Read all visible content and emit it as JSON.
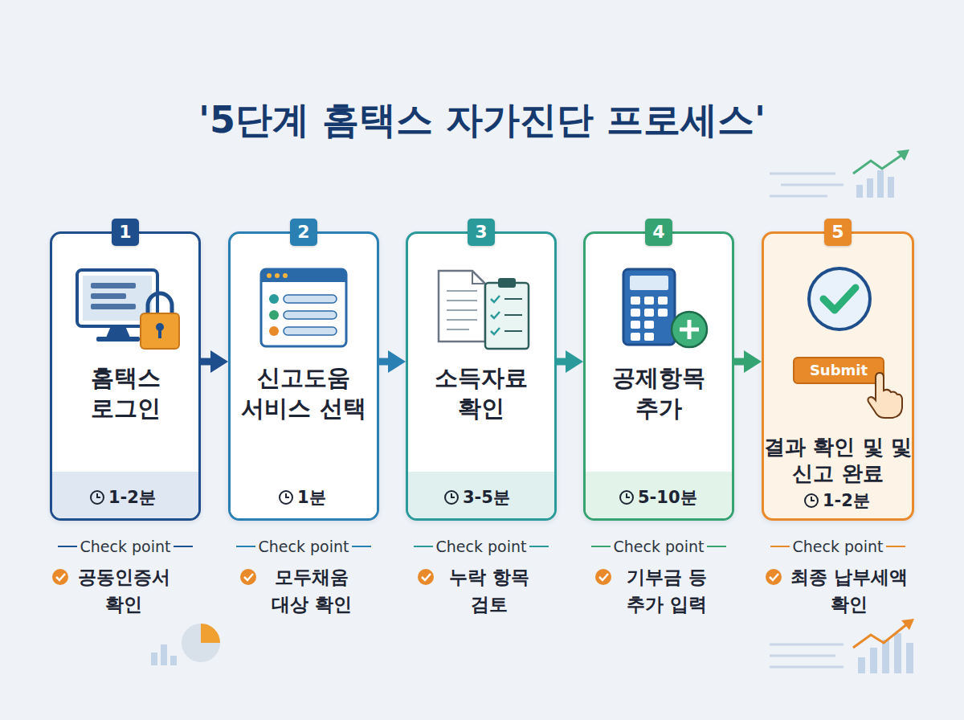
{
  "diagram": {
    "title": "'5단계 홈택스 자가진단 프로세스'",
    "nodes": [
      {
        "text": [
          "홈택스 로그인",
          "1-2분"
        ]
      },
      {
        "text": [
          "1"
        ],
        "in": 0
      },
      {
        "text": [
          "신고도움 서비스 선택",
          "1분"
        ]
      },
      {
        "text": [
          "2"
        ],
        "in": 2
      },
      {
        "text": [
          "소득자료 확인",
          "3-5분"
        ]
      },
      {
        "text": [
          "3"
        ],
        "in": 4
      },
      {
        "text": [
          "공제항목 추가",
          "5-10분"
        ]
      },
      {
        "text": [
          "4"
        ],
        "in": 6
      },
      {
        "text": [
          "결과 확인 및 및 신고 완료",
          "1-2분"
        ]
      },
      {
        "text": [
          "5"
        ],
        "in": 8
      }
    ],
    "edges": [
      {
        "from": 0,
        "to": 2,
        "arrow": "to"
      },
      {
        "from": 2,
        "to": 4,
        "arrow": "to"
      },
      {
        "from": 4,
        "to": 6,
        "arrow": "to"
      },
      {
        "from": 6,
        "to": 8,
        "arrow": "to"
      }
    ],
    "labels": [
      "Submit",
      "Check point",
      "공동인증서 확인",
      "Check point",
      "모두채움 대상 확인",
      "Check point",
      "누락 항목 검토",
      "Check point",
      "기부금 등 추가 입력",
      "Check point",
      "최종 납부세액 확인"
    ]
  }
}
